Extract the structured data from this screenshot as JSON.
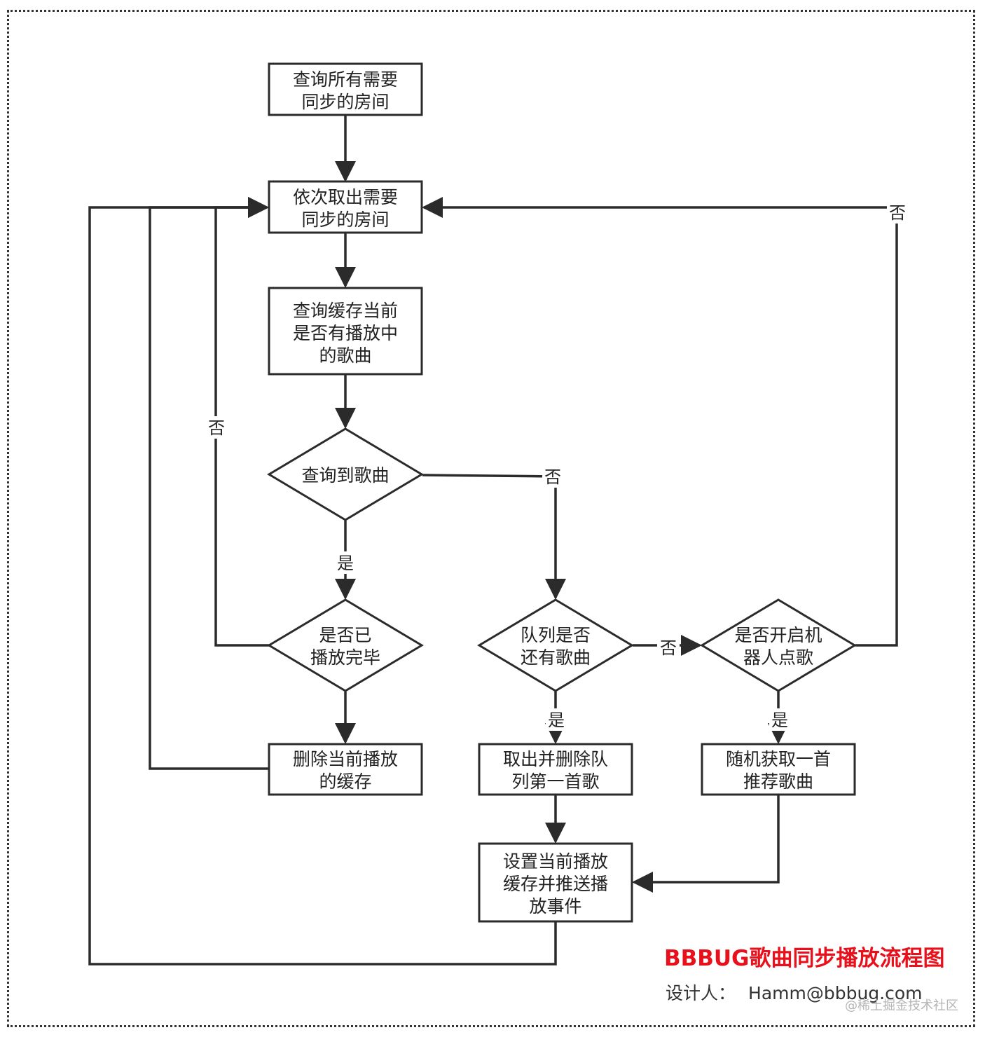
{
  "nodes": {
    "query_all_rooms": [
      "查询所有需要",
      "同步的房间"
    ],
    "take_room": [
      "依次取出需要",
      "同步的房间"
    ],
    "query_cache": [
      "查询缓存当前",
      "是否有播放中",
      "的歌曲"
    ],
    "song_found": [
      "查询到歌曲"
    ],
    "play_finished": [
      "是否已",
      "播放完毕"
    ],
    "delete_cache": [
      "删除当前播放",
      "的缓存"
    ],
    "queue_has_song": [
      "队列是否",
      "还有歌曲"
    ],
    "take_first": [
      "取出并删除队",
      "列第一首歌"
    ],
    "robot_enabled": [
      "是否开启机",
      "器人点歌"
    ],
    "random_song": [
      "随机获取一首",
      "推荐歌曲"
    ],
    "set_cache": [
      "设置当前播放",
      "缓存并推送播",
      "放事件"
    ]
  },
  "edge_labels": {
    "found_yes": "是",
    "found_no": "否",
    "finished_no": "否",
    "queue_yes": "是",
    "queue_no": "否",
    "robot_yes": "是",
    "robot_no": "否"
  },
  "footer": {
    "title": "BBBUG歌曲同步播放流程图",
    "designer_label": "设计人：",
    "designer_email": "Hamm@bbbug.com",
    "watermark": "@稀土掘金技术社区"
  }
}
